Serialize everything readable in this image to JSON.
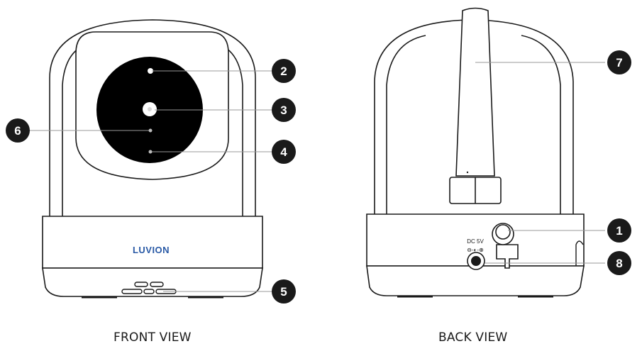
{
  "figure": {
    "front_caption": "FRONT VIEW",
    "back_caption": "BACK VIEW",
    "brand_label": "LUVION",
    "power_label": "DC 5V",
    "power_symbol": "⊖-◐-⊕"
  },
  "callouts": [
    {
      "number": "1"
    },
    {
      "number": "2"
    },
    {
      "number": "3"
    },
    {
      "number": "4"
    },
    {
      "number": "5"
    },
    {
      "number": "6"
    },
    {
      "number": "7"
    },
    {
      "number": "8"
    }
  ],
  "colors": {
    "outline": "#1a1a1a",
    "lens_panel": "#000000",
    "badge": "#1a1a1a",
    "brand": "#2a5aa6",
    "leader": "#888888"
  }
}
